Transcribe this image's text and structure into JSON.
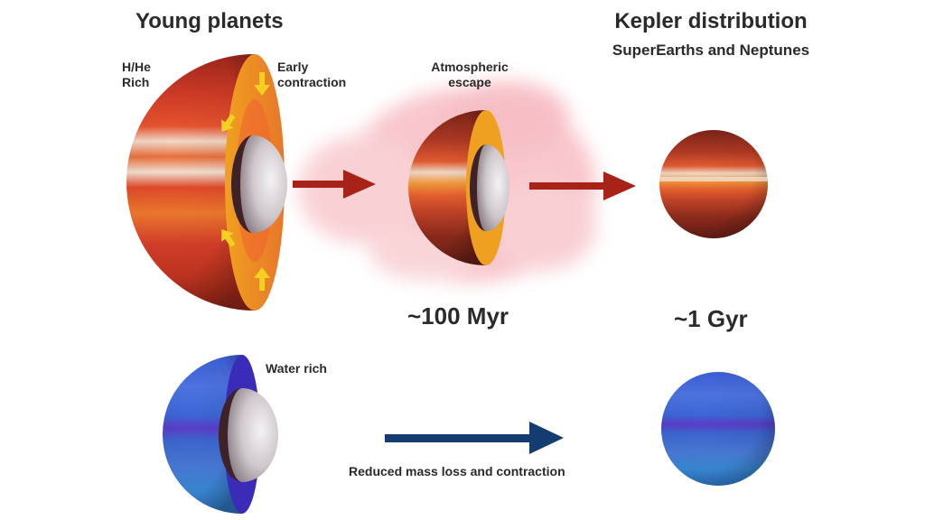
{
  "headings": {
    "young_planets": "Young planets",
    "kepler_distribution": "Kepler distribution",
    "kepler_subtitle": "SuperEarths and Neptunes"
  },
  "labels": {
    "hhe_line1": "H/He",
    "hhe_line2": "Rich",
    "early_line1": "Early",
    "early_line2": "contraction",
    "atmos_line1": "Atmospheric",
    "atmos_line2": "escape",
    "water_rich": "Water rich",
    "reduced": "Reduced mass loss and contraction"
  },
  "timescales": {
    "t1": "~100 Myr",
    "t2": "~1 Gyr"
  },
  "colors": {
    "gas_planet": "#d8442c",
    "gas_cutaway": "#f0a020",
    "water_planet": "#4a6ee0",
    "water_cutaway": "#3a2cb8",
    "core": "#d9d6d9",
    "escape_glow": "#f7a0a8",
    "arrow_red": "#a82218",
    "arrow_blue": "#143c70",
    "contraction_arrow": "#f5d020"
  },
  "icons": [
    "contraction-arrow-icon",
    "process-arrow-icon"
  ]
}
